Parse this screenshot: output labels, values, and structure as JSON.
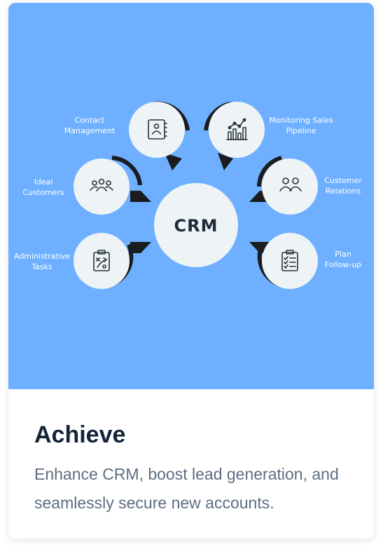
{
  "diagram": {
    "center": "CRM",
    "nodes": [
      {
        "id": "contact",
        "label_lines": [
          "Contact",
          "Management"
        ],
        "icon": "contact-book-icon"
      },
      {
        "id": "ideal",
        "label_lines": [
          "Ideal",
          "Customers"
        ],
        "icon": "group-icon"
      },
      {
        "id": "admin",
        "label_lines": [
          "Administrative",
          "Tasks"
        ],
        "icon": "strategy-clipboard-icon"
      },
      {
        "id": "monitor",
        "label_lines": [
          "Monitoring Sales",
          "Pipeline"
        ],
        "icon": "bar-chart-icon"
      },
      {
        "id": "customer",
        "label_lines": [
          "Customer",
          "Relations"
        ],
        "icon": "two-people-icon"
      },
      {
        "id": "plan",
        "label_lines": [
          "Plan",
          "Follow-up"
        ],
        "icon": "checklist-icon"
      }
    ],
    "colors": {
      "background": "#6eb0ff",
      "circle": "#eef3f6",
      "arc": "#1a1c1f",
      "icon": "#27323d",
      "label": "#ffffff"
    }
  },
  "caption": {
    "title": "Achieve",
    "description": "Enhance CRM, boost lead generation, and seamlessly secure new accounts."
  }
}
